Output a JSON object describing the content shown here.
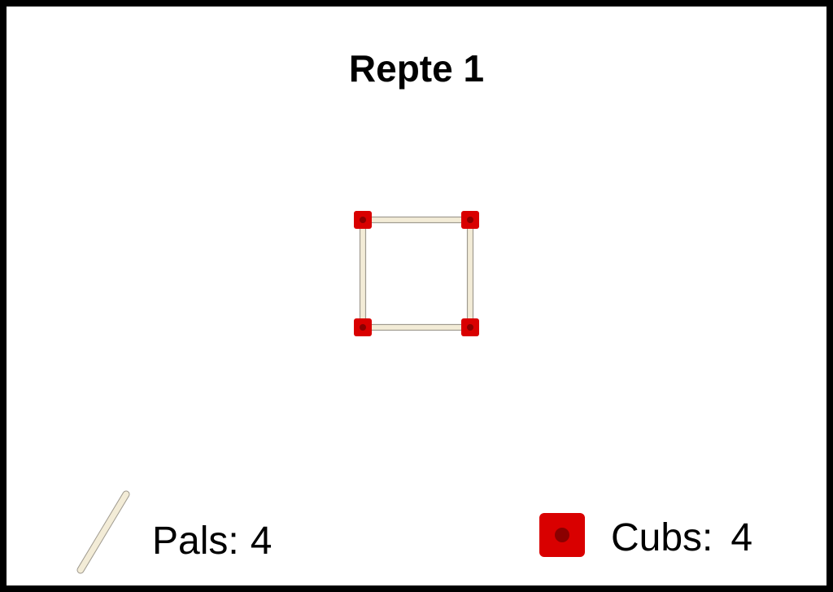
{
  "title": "Repte 1",
  "legend": {
    "sticks_label": "Pals:",
    "sticks_count": "4",
    "cubes_label": "Cubs:",
    "cubes_count": "4"
  },
  "colors": {
    "stick_fill": "#f3ecd7",
    "stick_stroke": "#a09b90",
    "cube_fill": "#d90000",
    "cube_dot": "#8b0000",
    "border": "#000000"
  },
  "figure": {
    "cubes": [
      [
        0,
        0
      ],
      [
        1,
        0
      ],
      [
        0,
        1
      ],
      [
        1,
        1
      ]
    ],
    "sticks": [
      [
        [
          0,
          0
        ],
        [
          1,
          0
        ]
      ],
      [
        [
          0,
          1
        ],
        [
          1,
          1
        ]
      ],
      [
        [
          0,
          0
        ],
        [
          0,
          1
        ]
      ],
      [
        [
          1,
          0
        ],
        [
          1,
          1
        ]
      ]
    ]
  }
}
